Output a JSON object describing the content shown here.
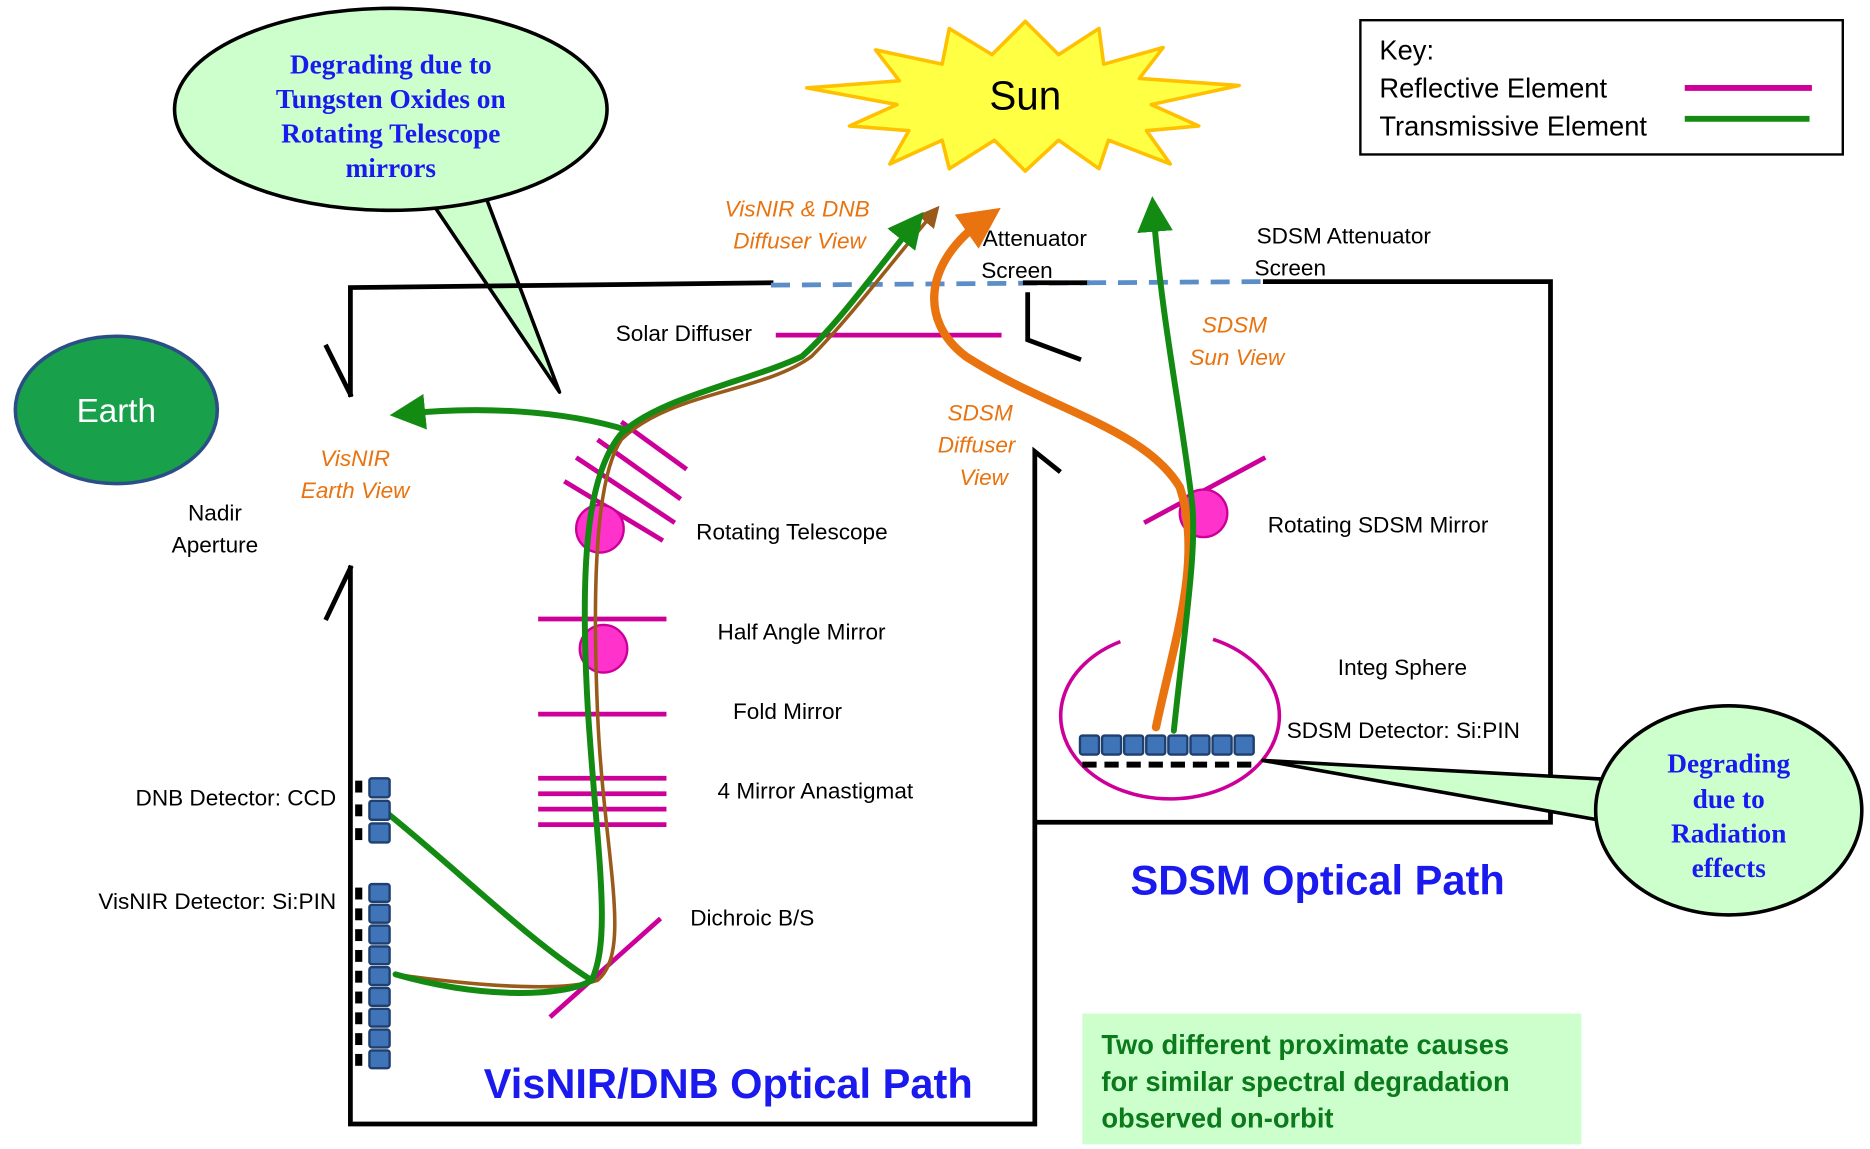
{
  "colors": {
    "reflective": "#cc0099",
    "transmissive": "#138a12",
    "view_label": "#e8730f",
    "title_blue": "#1a1aee",
    "note_green": "#0b7a1c",
    "bubble_fill": "#ccffcc",
    "earth": "#18a04a",
    "sun": "#ffff44",
    "orange_ray": "#e8730f",
    "brown_ray": "#995a1a",
    "detector": "#3f74b8"
  },
  "sun": {
    "label": "Sun"
  },
  "earth": {
    "label": "Earth"
  },
  "key": {
    "title": "Key:",
    "reflective": "Reflective Element",
    "transmissive": "Transmissive Element"
  },
  "bubbles": {
    "telescope": [
      "Degrading due to",
      "Tungsten Oxides on",
      "Rotating Telescope",
      "mirrors"
    ],
    "radiation": [
      "Degrading",
      "due to",
      "Radiation",
      "effects"
    ]
  },
  "labels": {
    "nadir_aperture": [
      "Nadir",
      "Aperture"
    ],
    "visnir_earth_view": [
      "VisNIR",
      "Earth View"
    ],
    "visnir_dnb_diffuser_view": [
      "VisNIR & DNB",
      "Diffuser  View"
    ],
    "attenuator_screen": [
      "Attenuator",
      "Screen"
    ],
    "sdsm_attenuator_screen": [
      "SDSM Attenuator",
      "Screen"
    ],
    "sdsm_sun_view": [
      "SDSM",
      "Sun View"
    ],
    "sdsm_diffuser_view": [
      "SDSM",
      "Diffuser",
      "View"
    ],
    "solar_diffuser": "Solar Diffuser",
    "rotating_telescope": "Rotating Telescope",
    "half_angle_mirror": "Half Angle Mirror",
    "fold_mirror": "Fold Mirror",
    "four_mirror_anastigmat": "4 Mirror Anastigmat",
    "dichroic": "Dichroic B/S",
    "dnb_detector": "DNB Detector: CCD",
    "visnir_detector": "VisNIR Detector: Si:PIN",
    "rotating_sdsm_mirror": "Rotating SDSM Mirror",
    "integ_sphere": "Integ Sphere",
    "sdsm_detector": "SDSM Detector: Si:PIN"
  },
  "titles": {
    "visnir_path": "VisNIR/DNB Optical Path",
    "sdsm_path": "SDSM Optical Path"
  },
  "note": [
    "Two different proximate causes",
    "for similar spectral degradation",
    "observed on-orbit"
  ]
}
